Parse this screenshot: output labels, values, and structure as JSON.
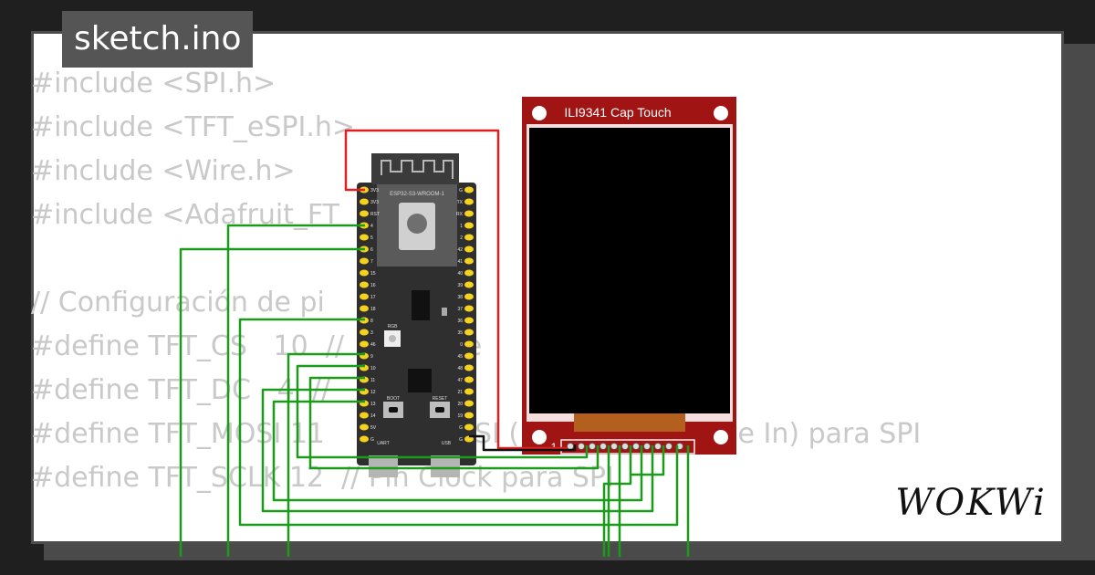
{
  "header": {
    "filename": "sketch.ino"
  },
  "code": {
    "lines": [
      "#include <SPI.h>",
      "#include <TFT_eSPI.h>",
      "#include <Wire.h>",
      "#include <Adafruit_FT",
      "",
      "// Configuración de pi",
      "#define TFT_CS   10  //         o Se         talla TFT",
      "#define TFT_DC   4  //          /Co",
      "#define TFT_MOSI 11            MOSI (Master Out Slave In) para SPI",
      "#define TFT_SCLK 12  // Pin Clock para SPI"
    ]
  },
  "board": {
    "module_label": "ESP32-S3-WROOM-1",
    "rgb_label": "RGB",
    "boot_label": "BOOT",
    "reset_label": "RESET",
    "uart_label": "UART",
    "usb_label": "USB",
    "left_pins": [
      "3V3",
      "3V3",
      "RST",
      "4",
      "5",
      "6",
      "7",
      "15",
      "16",
      "17",
      "18",
      "8",
      "3",
      "46",
      "9",
      "10",
      "11",
      "12",
      "13",
      "14",
      "5V",
      "G"
    ],
    "right_pins": [
      "G",
      "TX",
      "RX",
      "1",
      "2",
      "42",
      "41",
      "40",
      "39",
      "38",
      "37",
      "36",
      "35",
      "0",
      "45",
      "48",
      "47",
      "21",
      "20",
      "19",
      "G",
      "G"
    ]
  },
  "display": {
    "title": "ILI9341 Cap Touch",
    "pin1_label": "1"
  },
  "logo": {
    "text": "WOKWi"
  },
  "colors": {
    "wire_power": "#e02020",
    "wire_signal": "#1a9c1a",
    "wire_ground": "#111111",
    "pcb": "#2f2f2f",
    "tft_red": "#a01414"
  }
}
